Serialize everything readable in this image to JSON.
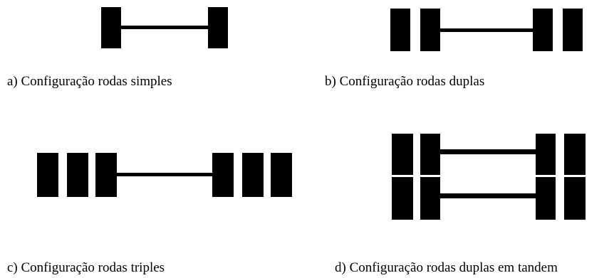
{
  "figure": {
    "panels": [
      {
        "id": "a",
        "configuration": "single",
        "wheels_per_side": 1,
        "axles": 1,
        "caption": "a) Configuração rodas simples"
      },
      {
        "id": "b",
        "configuration": "dual",
        "wheels_per_side": 2,
        "axles": 1,
        "caption": "b) Configuração rodas duplas"
      },
      {
        "id": "c",
        "configuration": "triple",
        "wheels_per_side": 3,
        "axles": 1,
        "caption": "c) Configuração rodas triples"
      },
      {
        "id": "d",
        "configuration": "dual-tandem",
        "wheels_per_side": 2,
        "axles": 2,
        "caption": "d) Configuração rodas duplas em tandem"
      }
    ],
    "colors": {
      "ink": "#000000",
      "background": "#ffffff"
    }
  }
}
